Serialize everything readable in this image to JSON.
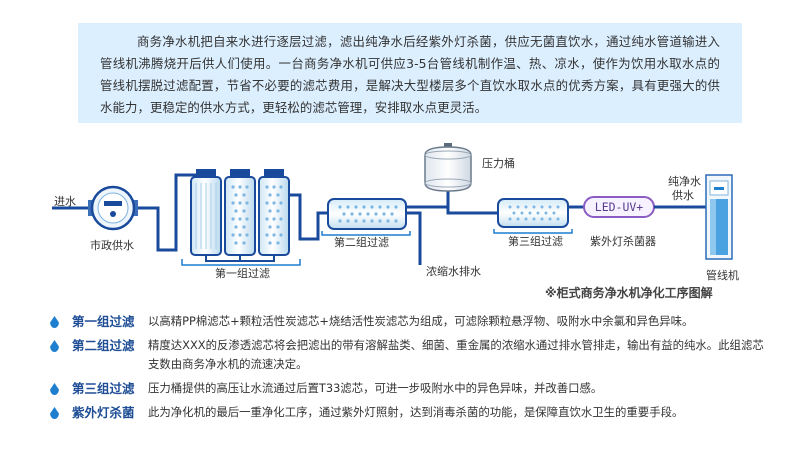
{
  "intro": "商务净水机把自来水进行逐层过滤，滤出纯净水后经紫外灯杀菌，供应无菌直饮水，通过纯水管道输进入管线机沸腾烧开后供人们使用。一台商务净水机可供应3-5台管线机制作温、热、凉水，使作为饮用水取水点的管线机摆脱过滤配置，节省不必要的滤芯费用，是解决大型楼层多个直饮水取水点的优秀方案，具有更强大的供水能力，更稳定的供水方式，更轻松的滤芯管理，安排取水点更灵活。",
  "diagram": {
    "labels": {
      "inlet": "进水",
      "municipal": "市政供水",
      "group1": "第一组过滤",
      "group2": "第二组过滤",
      "concentrate": "浓缩水排水",
      "tank": "压力桶",
      "group3": "第三组过滤",
      "uv": "紫外灯杀菌器",
      "uv_text": "LED-UV+",
      "pure_line1": "纯净水",
      "pure_line2": "供水",
      "dispenser": "管线机"
    },
    "caption": "※柜式商务净水机净化工序图解",
    "colors": {
      "pipe": "#1a4a9c",
      "highlight": "#1e7fcf",
      "filter": "#e9f4fb"
    }
  },
  "steps": [
    {
      "title": "第一组过滤",
      "desc": "以高精PP棉滤芯+颗粒活性炭滤芯+烧结活性炭滤芯为组成，可滤除颗粒悬浮物、吸附水中余氯和异色异味。"
    },
    {
      "title": "第二组过滤",
      "desc": "精度达XXX的反渗透滤芯将会把滤出的带有溶解盐类、细菌、重金属的浓缩水通过排水管排走，输出有益的纯水。此组滤芯支数由商务净水机的流速决定。"
    },
    {
      "title": "第三组过滤",
      "desc": "压力桶提供的高压让水流通过后置T33滤芯，可进一步吸附水中的异色异味，并改善口感。"
    },
    {
      "title": "紫外灯杀菌",
      "desc": "此为净化机的最后一重净化工序，通过紫外灯照射，达到消毒杀菌的功能，是保障直饮水卫生的重要手段。"
    }
  ]
}
